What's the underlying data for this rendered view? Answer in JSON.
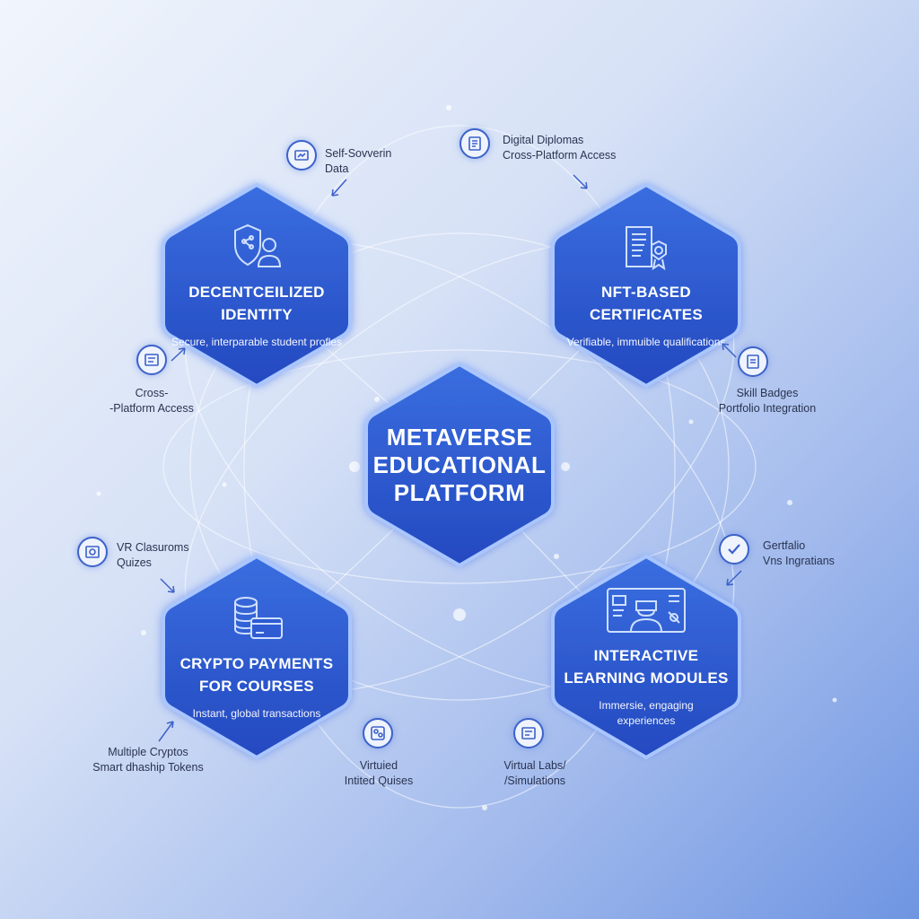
{
  "colors": {
    "hex_fill": "#2f5bd3",
    "hex_glow": "#8fb3ff",
    "accent": "#3d62c9",
    "text_dark": "#2a3350"
  },
  "center": {
    "title": "METAVERSE\nEDUCATIONAL\nPLATFORM"
  },
  "nodes": {
    "identity": {
      "title": "DECENTCEILIZED\nIDENTITY",
      "subtitle": "Secure, interparable student profles",
      "icon": "shield-user-icon"
    },
    "certificates": {
      "title": "NFT-BASED\nCERTIFICATES",
      "subtitle": "Verifiable, immuible qualifications",
      "icon": "certificate-icon"
    },
    "payments": {
      "title": "CRYPTO PAYMENTS\nFOR COURSES",
      "subtitle": "Instant, global transactions",
      "icon": "coins-card-icon"
    },
    "learning": {
      "title": "INTERACTIVE\nLEARNING MODULES",
      "subtitle": "Immersie, engaging\nexperiences",
      "icon": "vr-learner-icon"
    }
  },
  "callouts": {
    "self_sovereign": "Self-Sovverin\nData",
    "digital_diplomas": "Digital Diplomas\nCross-Platform Access",
    "cross_platform": "Cross-\n-Platform Access",
    "skill_badges": "Skill Badges\nPortfolio Integration",
    "vr_classroom": "VR Clasuroms\nQuizes",
    "portfolio": "Gertfalio\nVns Ingratians",
    "multiple_cryptos": "Multiple Cryptos\nSmart dhaship Tokens",
    "virtual_quizzes": "Virtuied\nIntited Quises",
    "virtual_labs": "Virtual Labs/\n/Simulations"
  }
}
